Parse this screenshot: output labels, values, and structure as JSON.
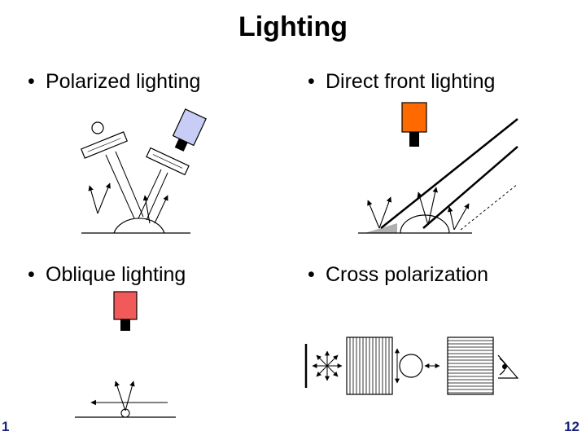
{
  "slide": {
    "title": "Lighting",
    "bullets": [
      "Polarized lighting",
      "Direct front lighting",
      "Oblique lighting",
      "Cross polarization"
    ],
    "bullet_glyph": "•",
    "page_number_left": "1",
    "page_number_right": "12"
  },
  "colors": {
    "camera_blue": "#c8cdf5",
    "camera_orange": "#ff6a00",
    "camera_red": "#f25a5a",
    "page_number": "#1a237e",
    "shadow_gray": "#b0b0b0"
  },
  "icons": {
    "light_source": "circle-light",
    "camera": "camera-box",
    "eye": "eye-icon",
    "polarizer": "polarizer-grid"
  }
}
